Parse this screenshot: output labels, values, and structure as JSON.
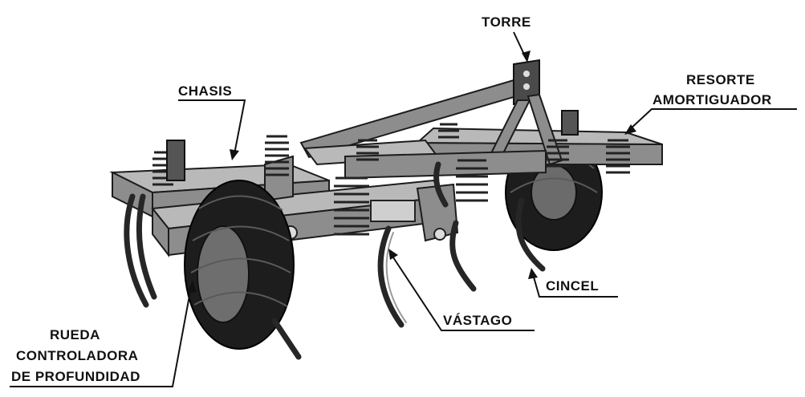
{
  "labels": {
    "torre": "TORRE",
    "chasis": "CHASIS",
    "resorte_line1": "RESORTE",
    "resorte_line2": "AMORTIGUADOR",
    "cincel": "CINCEL",
    "vastago": "VÁSTAGO",
    "rueda_line1": "RUEDA",
    "rueda_line2": "CONTROLADORA",
    "rueda_line3": "DE PROFUNDIDAD"
  }
}
